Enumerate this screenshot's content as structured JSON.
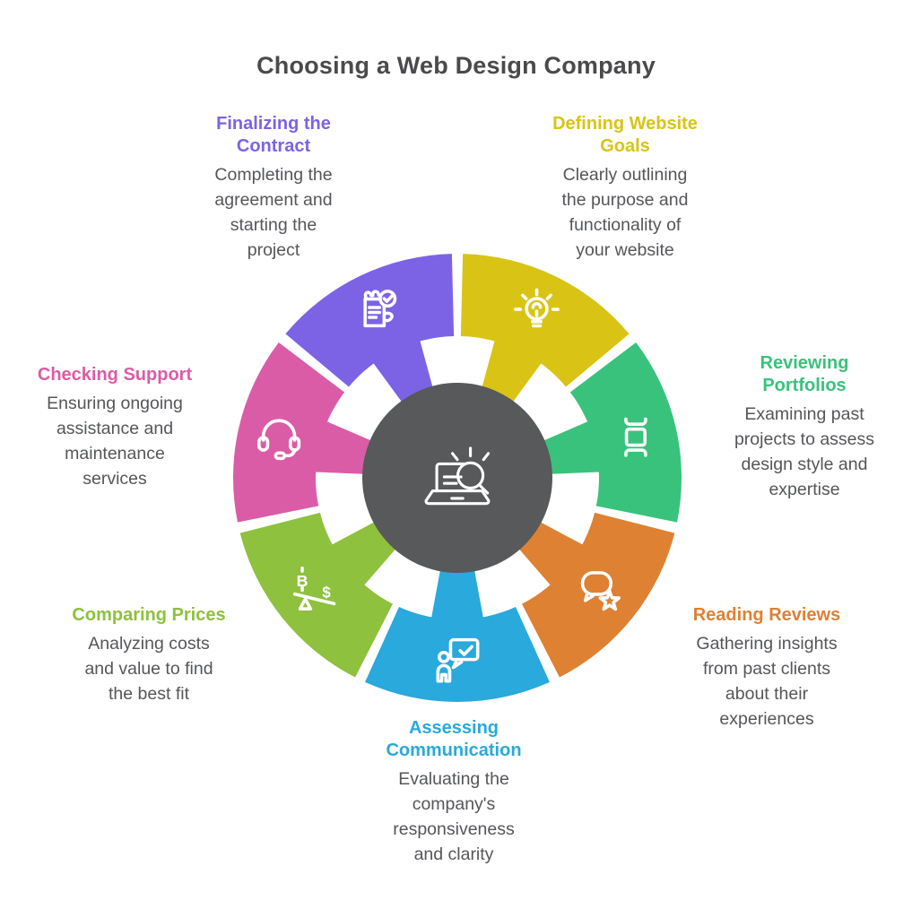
{
  "title": "Choosing a Web Design Company",
  "colors": {
    "title_text": "#4A4A4C",
    "body_text": "#55565A",
    "hub": "#58595B"
  },
  "wheel": {
    "hub_icon": "laptop-search-icon",
    "hub_color": "#58595B"
  },
  "steps": [
    {
      "id": "defining-website-goals",
      "heading": "Defining Website\nGoals",
      "body": "Clearly outlining\nthe purpose and\nfunctionality of\nyour website",
      "color": "#D9C415",
      "icon": "lightbulb-icon"
    },
    {
      "id": "reviewing-portfolios",
      "heading": "Reviewing\nPortfolios",
      "body": "Examining past\nprojects to assess\ndesign style and\nexpertise",
      "color": "#39C27B",
      "icon": "portfolio-icon"
    },
    {
      "id": "reading-reviews",
      "heading": "Reading Reviews",
      "body": "Gathering insights\nfrom past clients\nabout their\nexperiences",
      "color": "#DE8133",
      "icon": "reviews-star-icon"
    },
    {
      "id": "assessing-communication",
      "heading": "Assessing\nCommunication",
      "body": "Evaluating the\ncompany's\nresponsiveness\nand clarity",
      "color": "#29A9DC",
      "icon": "communication-check-icon"
    },
    {
      "id": "comparing-prices",
      "heading": "Comparing Prices",
      "body": "Analyzing costs\nand value to find\nthe best fit",
      "color": "#8EC13D",
      "icon": "price-balance-icon"
    },
    {
      "id": "checking-support",
      "heading": "Checking Support",
      "body": "Ensuring ongoing\nassistance and\nmaintenance\nservices",
      "color": "#DB5CA6",
      "icon": "headset-icon"
    },
    {
      "id": "finalizing-the-contract",
      "heading": "Finalizing the\nContract",
      "body": "Completing the\nagreement and\nstarting the\nproject",
      "color": "#7C63E5",
      "icon": "contract-icon"
    }
  ]
}
